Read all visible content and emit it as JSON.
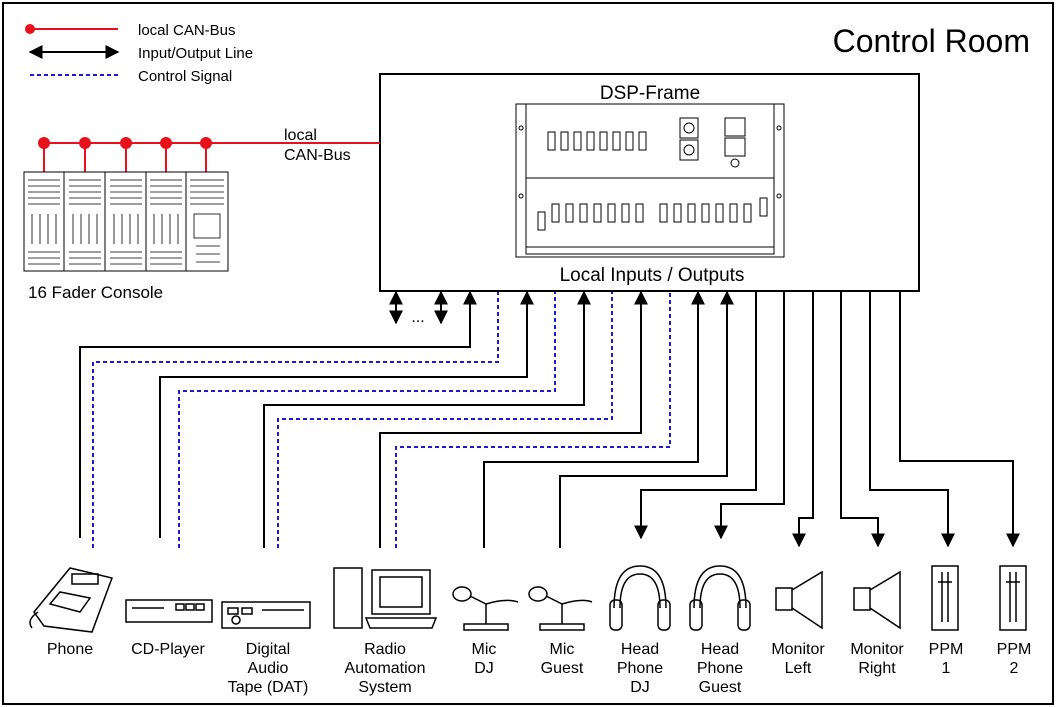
{
  "title": "Control Room",
  "legend": {
    "can_bus": "local CAN-Bus",
    "io_line": "Input/Output Line",
    "control": "Control Signal"
  },
  "colors": {
    "can_bus": "#e8101a",
    "io_line": "#000000",
    "control": "#1a1ad8"
  },
  "dsp_frame": {
    "title": "DSP-Frame",
    "io_label": "Local Inputs / Outputs"
  },
  "can_bus_label": {
    "line1": "local",
    "line2": "CAN-Bus"
  },
  "console_label": "16 Fader Console",
  "ellipsis": "...",
  "devices": {
    "phone": [
      "Phone"
    ],
    "cd_player": [
      "CD-Player"
    ],
    "dat": [
      "Digital",
      "Audio",
      "Tape (DAT)"
    ],
    "radio_automation": [
      "Radio",
      "Automation",
      "System"
    ],
    "mic_dj": [
      "Mic",
      "DJ"
    ],
    "mic_guest": [
      "Mic",
      "Guest"
    ],
    "headphone_dj": [
      "Head",
      "Phone",
      "DJ"
    ],
    "headphone_guest": [
      "Head",
      "Phone",
      "Guest"
    ],
    "monitor_left": [
      "Monitor",
      "Left"
    ],
    "monitor_right": [
      "Monitor",
      "Right"
    ],
    "ppm1": [
      "PPM",
      "1"
    ],
    "ppm2": [
      "PPM",
      "2"
    ]
  }
}
